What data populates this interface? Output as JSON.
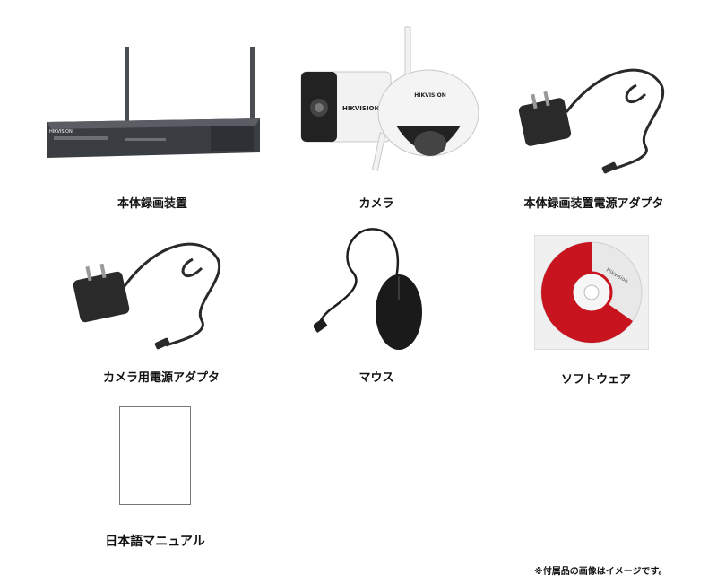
{
  "items": [
    {
      "label": "本体録画装置",
      "icon": "nvr-recorder-icon"
    },
    {
      "label": "カメラ",
      "icon": "camera-pair-icon"
    },
    {
      "label": "本体録画装置電源アダプタ",
      "icon": "power-adapter-icon"
    },
    {
      "label": "カメラ用電源アダプタ",
      "icon": "power-adapter-icon"
    },
    {
      "label": "マウス",
      "icon": "mouse-icon"
    },
    {
      "label": "ソフトウェア",
      "icon": "software-cd-icon"
    },
    {
      "label": "日本語マニュアル",
      "icon": "manual-icon"
    }
  ],
  "brand": {
    "name": "HIKVISION"
  },
  "cd_text": "Hikvision",
  "footnote": "※付属品の画像はイメージです。",
  "colors": {
    "cd_red": "#c8141e",
    "nvr_body": "#3a3d42",
    "text": "#111111"
  }
}
